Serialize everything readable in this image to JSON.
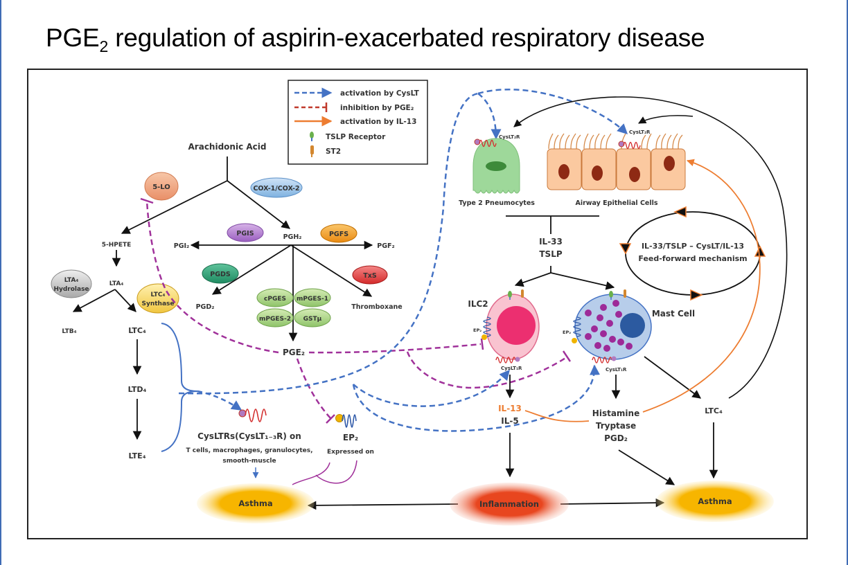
{
  "title": {
    "main": "PGE",
    "sub": "2",
    "rest": " regulation of aspirin-exacerbated respiratory disease"
  },
  "colors": {
    "activation_cyslt": "#4472c4",
    "inhibition_pge2": "#a0319a",
    "activation_il13": "#ed7d31",
    "legend_inhibition": "#c0392b",
    "asthma": "#f7b500",
    "inflammation": "#e8461f",
    "frame": "#222222",
    "slide_edge": "#3f6cb5"
  },
  "legend": {
    "items": [
      {
        "label": "activation by CysLT",
        "style": "blue-dashed-arrow"
      },
      {
        "label": "inhibition by PGE₂",
        "style": "red-dashed-tbar"
      },
      {
        "label": "activation by IL-13",
        "style": "orange-solid-arrow"
      },
      {
        "label": "TSLP Receptor",
        "style": "green-receptor-icon"
      },
      {
        "label": "ST2",
        "style": "orange-receptor-icon"
      }
    ]
  },
  "pathway": {
    "arachidonic_acid": "Arachidonic Acid",
    "enzymes": {
      "lo5": "5-LO",
      "cox": "COX-1/COX-2",
      "pgis": "PGIS",
      "pgfs": "PGFS",
      "pgds": "PGDS",
      "txs": "TxS",
      "cpges": "cPGES",
      "mpges1": "mPGES-1",
      "mpges2": "mPGES-2",
      "gstmu": "GSTμ",
      "lta4_hydrolase_1": "LTA₄",
      "lta4_hydrolase_2": "Hydrolase",
      "ltc4_synthase_1": "LTC₄",
      "ltc4_synthase_2": "Synthase"
    },
    "metabolites": {
      "hpete": "5-HPETE",
      "lta4": "LTA₄",
      "ltb4": "LTB₄",
      "ltc4": "LTC₄",
      "ltd4": "LTD₄",
      "lte4": "LTE₄",
      "pgh2": "PGH₂",
      "pgi2": "PGI₂",
      "pgf2": "PGF₂",
      "pgd2": "PGD₂",
      "thromboxane": "Thromboxane",
      "pge2": "PGE₂"
    },
    "receptors": {
      "cysltrs_title": "CysLTRs(CysLT₁₋₃R) on",
      "cysltrs_line2": "T cells, macrophages, granulocytes,",
      "cysltrs_line3": "smooth-muscle",
      "ep2_title": "EP₂",
      "ep2_sub": "Expressed on"
    }
  },
  "cells": {
    "pneumocyte": {
      "label": "Type 2 Pneumocytes",
      "receptor": "CysLT₂R"
    },
    "epithelial": {
      "label": "Airway Epithelial Cells",
      "receptor": "CysLT₂R"
    },
    "ilc2": {
      "label": "ILC2",
      "ep2": "EP₂",
      "receptor": "CysLT₁R"
    },
    "mast": {
      "label": "Mast Cell",
      "ep2": "EP₂",
      "receptor": "CysLT₁R"
    }
  },
  "mediators": {
    "il33": "IL-33",
    "tslp": "TSLP",
    "il13": "IL-13",
    "il5": "IL-5",
    "histamine": "Histamine",
    "tryptase": "Tryptase",
    "pgd2": "PGD₂",
    "ltc4": "LTC₄"
  },
  "feed_forward": {
    "line1": "IL-33/TSLP – CysLT/IL-13",
    "line2": "Feed-forward mechanism"
  },
  "outcomes": {
    "asthma_left": "Asthma",
    "inflammation": "Inflammation",
    "asthma_right": "Asthma"
  }
}
